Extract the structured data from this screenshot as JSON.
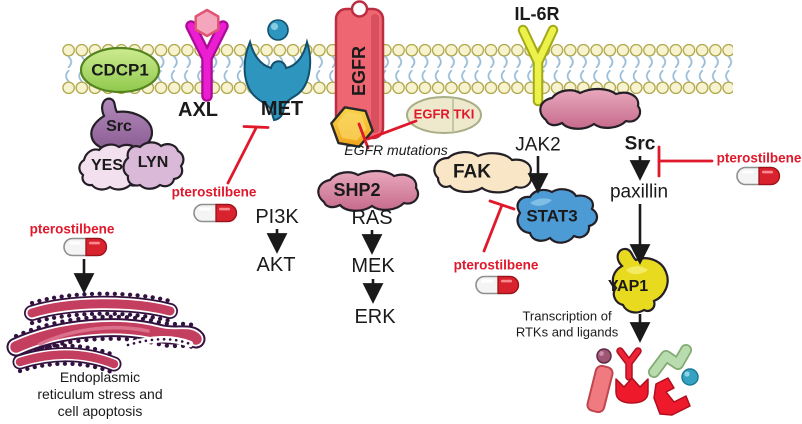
{
  "figure": {
    "type": "cell-signaling-pathway-diagram",
    "membrane_receptors": [
      "CDCP1",
      "AXL",
      "MET",
      "EGFR",
      "IL-6R"
    ],
    "cascades": [
      {
        "from": "CDCP1",
        "nodes": [
          "Src",
          "YES",
          "LYN"
        ],
        "inhibited_by": "pterostilbene",
        "outcome": "Endoplasmic reticulum stress and cell apoptosis"
      },
      {
        "from": "MET",
        "nodes": [
          "PI3K",
          "AKT"
        ],
        "inhibited_by": "pterostilbene"
      },
      {
        "from": "EGFR",
        "nodes": [
          "SHP2",
          "RAS",
          "MEK",
          "ERK"
        ],
        "note": "EGFR mutations inhibited by EGFR TKI"
      },
      {
        "from": "IL-6R",
        "nodes": [
          "SHP2",
          "JAK2",
          "STAT3"
        ],
        "note": "FAK acts on STAT3, FAK inhibited by pterostilbene"
      },
      {
        "from": "IL-6R",
        "nodes": [
          "Src",
          "paxillin",
          "YAP1"
        ],
        "inhibited_by": "pterostilbene",
        "outcome": "Transcription of RTKs and ligands"
      }
    ]
  },
  "labels": {
    "cdcp1": "CDCP1",
    "axl": "AXL",
    "met": "MET",
    "egfr": "EGFR",
    "il6r": "IL-6R",
    "src_cluster": "Src",
    "yes": "YES",
    "lyn": "LYN",
    "pterostilbene": "pterostilbene",
    "pi3k": "PI3K",
    "akt": "AKT",
    "shp2": "SHP2",
    "ras": "RAS",
    "mek": "MEK",
    "erk": "ERK",
    "egfr_tki": "EGFR TKI",
    "egfr_mutations": "EGFR mutations",
    "fak": "FAK",
    "stat3": "STAT3",
    "jak2": "JAK2",
    "src_right": "Src",
    "paxillin": "paxillin",
    "yap1": "YAP1",
    "transcription_l1": "Transcription of",
    "transcription_l2": "RTKs and ligands",
    "er_l1": "Endoplasmic",
    "er_l2": "reticulum stress and",
    "er_l3": "cell apoptosis"
  },
  "colors": {
    "inhibitor_red": "#e0182b",
    "capsule_red": "#d8222e",
    "membrane_head_yellow": "#f7f3cf",
    "membrane_tail_blue": "#9bbdd8",
    "cdcp1_green": "#a6d45f",
    "axl_magenta": "#ec1ed2",
    "met_teal": "#2e96be",
    "egfr_red": "#ee6672",
    "il6r_yellow": "#e9f043",
    "mutation_hexagon_orange": "#f7b91e",
    "tki_pill_cream": "#eee8cd",
    "shp2_pink": "#d985a0",
    "fak_cream": "#f8e6c6",
    "stat3_blue": "#4d9bd5",
    "yap1_yellow": "#e8da1f",
    "er_crimson": "#c43e60",
    "text_black": "#1a1a1a"
  }
}
